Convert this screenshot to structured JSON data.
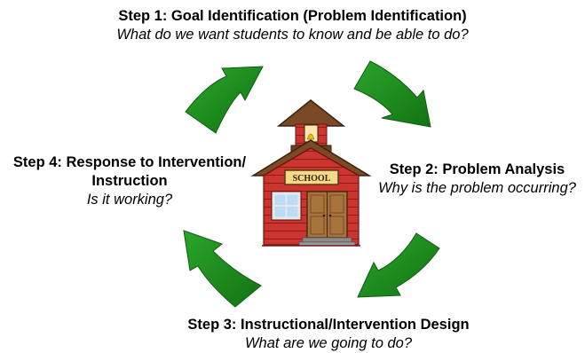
{
  "steps": [
    {
      "title": "Step 1: Goal Identification (Problem Identification)",
      "subtitle": "What do we want students to know and be able to do?"
    },
    {
      "title": "Step 2: Problem Analysis",
      "subtitle": "Why is the problem occurring?"
    },
    {
      "title": "Step 3: Instructional/Intervention Design",
      "subtitle": "What are we going to do?"
    },
    {
      "title_line1": "Step 4: Response to Intervention/",
      "title_line2": "Instruction",
      "subtitle": "Is it working?"
    }
  ],
  "schoolhouse": {
    "sign": "SCHOOL"
  },
  "colors": {
    "arrow": "#1f8a1f",
    "arrow_dark": "#0f5e12",
    "house_red": "#c9302c",
    "roof_brown": "#6b4324"
  }
}
